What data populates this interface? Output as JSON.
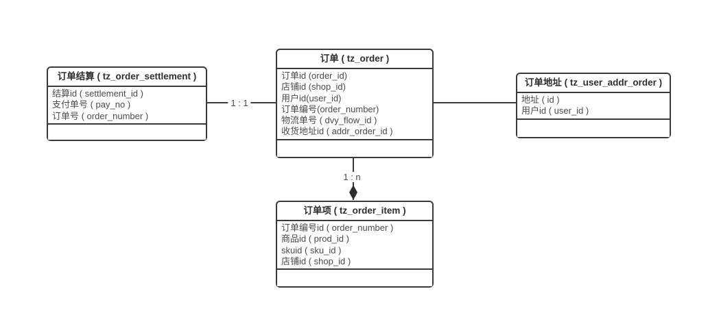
{
  "diagram": {
    "background": "#ffffff",
    "line_color": "#3a3a3a",
    "title_color": "#2e2e2e",
    "text_color": "#4a4a4a",
    "entities": [
      {
        "key": "tz_order_settlement",
        "title": "订单结算 ( tz_order_settlement )",
        "fields": [
          "结算id ( settlement_id )",
          "支付单号 ( pay_no )",
          "订单号 ( order_number )"
        ]
      },
      {
        "key": "tz_order",
        "title": "订单 ( tz_order )",
        "fields": [
          "订单id (order_id)",
          "店铺id (shop_id)",
          "用户id(user_id)",
          "订单编号(order_number)",
          "物流单号 ( dvy_flow_id )",
          "收货地址id ( addr_order_id )"
        ]
      },
      {
        "key": "tz_user_addr_order",
        "title": "订单地址 ( tz_user_addr_order )",
        "fields": [
          "地址 ( id )",
          "用户id ( user_id )"
        ]
      },
      {
        "key": "tz_order_item",
        "title": "订单项 ( tz_order_item )",
        "fields": [
          "订单编号id ( order_number )",
          "商品id ( prod_id )",
          "skuid ( sku_id )",
          "店铺id ( shop_id )"
        ]
      }
    ],
    "connectors": [
      {
        "from": "tz_order_settlement",
        "to": "tz_order",
        "label": "1 : 1",
        "end_marker": "none"
      },
      {
        "from": "tz_order",
        "to": "tz_user_addr_order",
        "label": "",
        "end_marker": "none"
      },
      {
        "from": "tz_order",
        "to": "tz_order_item",
        "label": "1 : n",
        "end_marker": "filled-diamond"
      }
    ]
  }
}
